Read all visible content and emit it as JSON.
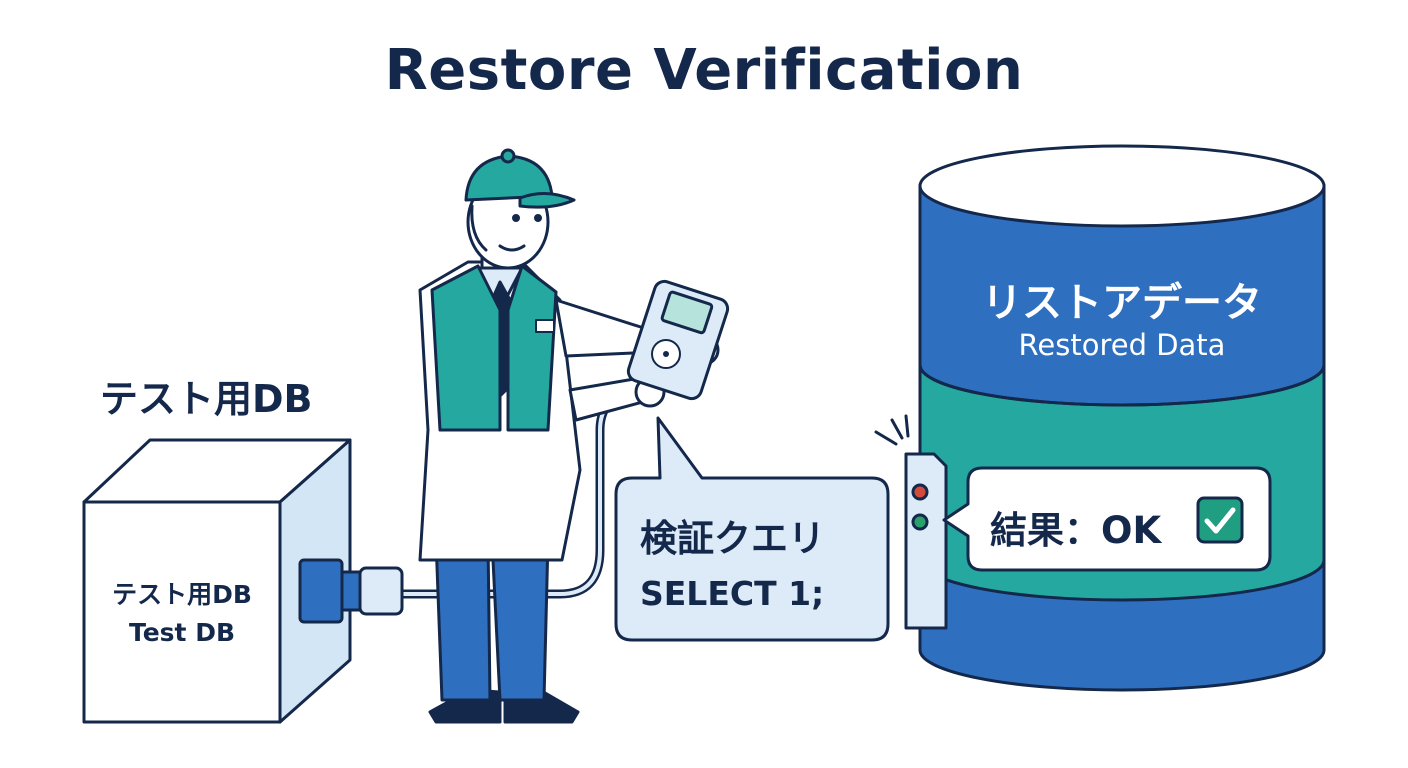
{
  "title": "Restore Verification",
  "test_db": {
    "heading": "テスト用DB",
    "box_label_jp": "テスト用DB",
    "box_label_en": "Test DB"
  },
  "query": {
    "label": "検証クエリ",
    "sql": "SELECT 1;"
  },
  "restored_db": {
    "label_jp": "リストアデータ",
    "label_en": "Restored Data"
  },
  "result": {
    "label": "結果：OK"
  },
  "icons": [
    "engineer-figure",
    "handheld-tester-icon",
    "checkmark-icon",
    "status-light-icon",
    "plug-icon"
  ],
  "colors": {
    "navy": "#14284b",
    "blue": "#2e6fc0",
    "teal": "#25a8a0",
    "light_blue": "#dcebf7",
    "check_green": "#1f9e82"
  }
}
